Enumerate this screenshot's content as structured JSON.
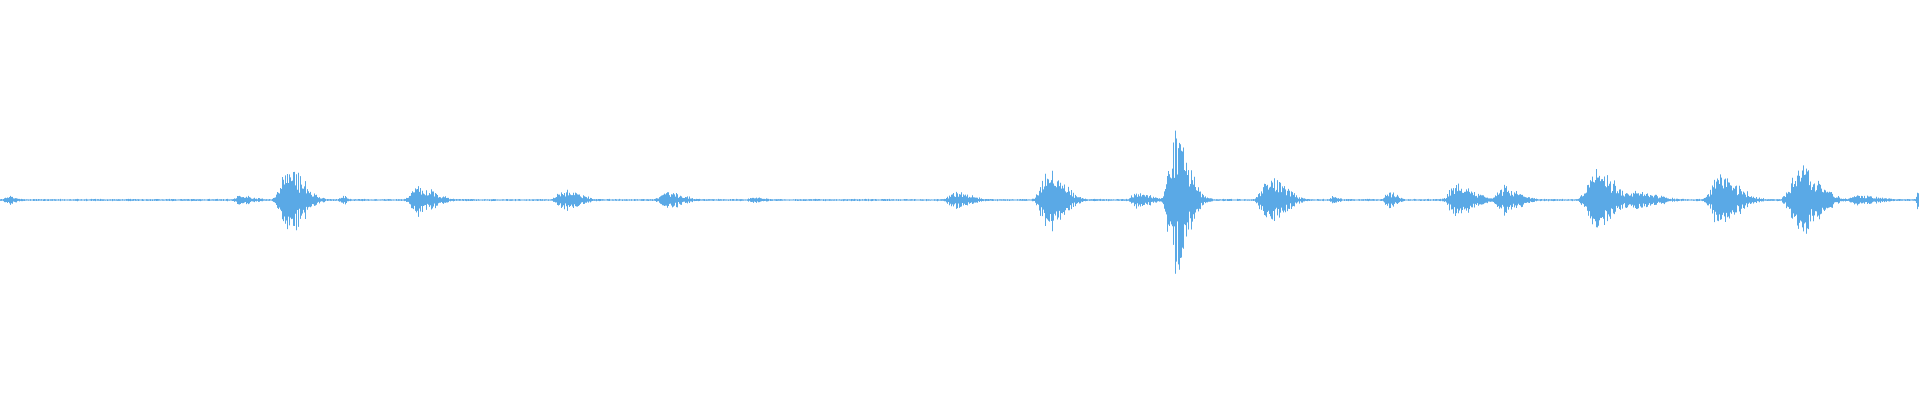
{
  "waveform": {
    "type": "audio-waveform",
    "color": "#5aa9e6",
    "background": "#ffffff",
    "baseline_amplitude": 0.006,
    "duration_fraction_shown": 0.9995,
    "bursts": [
      {
        "position": 0.004,
        "amplitude": 0.03,
        "width": 0.006
      },
      {
        "position": 0.125,
        "amplitude": 0.03,
        "width": 0.01
      },
      {
        "position": 0.149,
        "amplitude": 0.19,
        "width": 0.012
      },
      {
        "position": 0.178,
        "amplitude": 0.03,
        "width": 0.004
      },
      {
        "position": 0.217,
        "amplitude": 0.09,
        "width": 0.012
      },
      {
        "position": 0.293,
        "amplitude": 0.06,
        "width": 0.012
      },
      {
        "position": 0.347,
        "amplitude": 0.05,
        "width": 0.012
      },
      {
        "position": 0.392,
        "amplitude": 0.02,
        "width": 0.008
      },
      {
        "position": 0.497,
        "amplitude": 0.05,
        "width": 0.012
      },
      {
        "position": 0.545,
        "amplitude": 0.17,
        "width": 0.012
      },
      {
        "position": 0.592,
        "amplitude": 0.05,
        "width": 0.01
      },
      {
        "position": 0.6,
        "amplitude": 0.02,
        "width": 0.004
      },
      {
        "position": 0.611,
        "amplitude": 0.41,
        "width": 0.01
      },
      {
        "position": 0.66,
        "amplitude": 0.14,
        "width": 0.012
      },
      {
        "position": 0.694,
        "amplitude": 0.03,
        "width": 0.004
      },
      {
        "position": 0.723,
        "amplitude": 0.05,
        "width": 0.006
      },
      {
        "position": 0.758,
        "amplitude": 0.11,
        "width": 0.012
      },
      {
        "position": 0.783,
        "amplitude": 0.08,
        "width": 0.012
      },
      {
        "position": 0.83,
        "amplitude": 0.18,
        "width": 0.014
      },
      {
        "position": 0.852,
        "amplitude": 0.05,
        "width": 0.016
      },
      {
        "position": 0.895,
        "amplitude": 0.15,
        "width": 0.014
      },
      {
        "position": 0.936,
        "amplitude": 0.22,
        "width": 0.014
      },
      {
        "position": 0.968,
        "amplitude": 0.03,
        "width": 0.016
      },
      {
        "position": 0.9985,
        "amplitude": 0.07,
        "width": 0.002
      }
    ]
  }
}
